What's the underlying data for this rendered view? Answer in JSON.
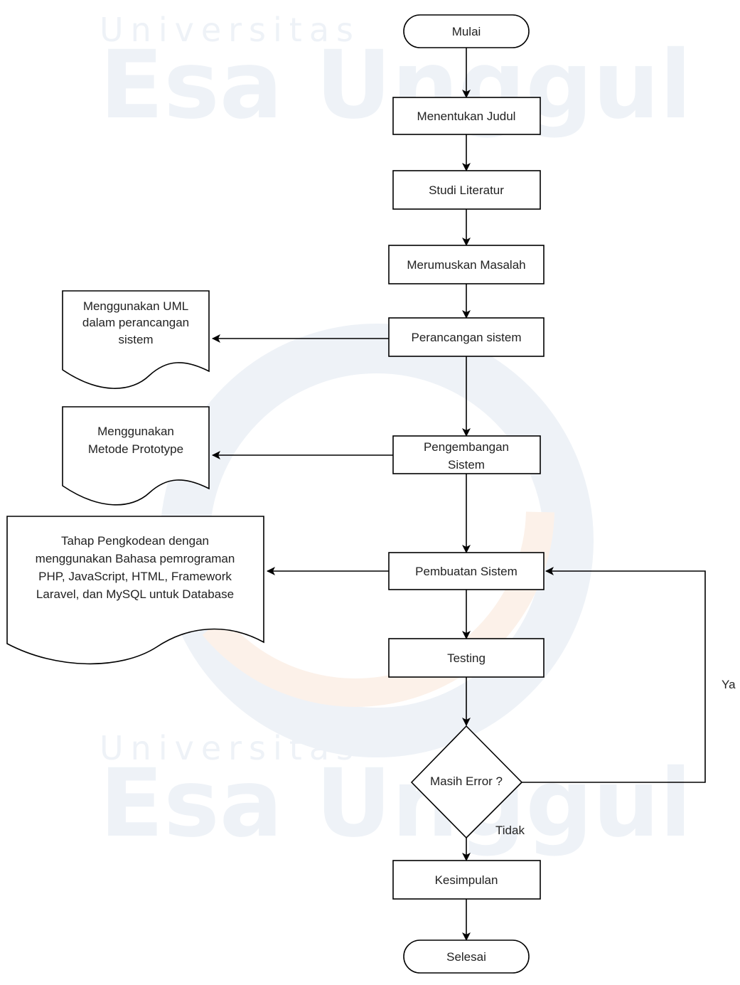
{
  "watermark": {
    "line1": "Universitas",
    "line2": "Esa Unggul",
    "colors": {
      "blue": "#e9eef6",
      "orange": "#fbeee4"
    }
  },
  "nodes": {
    "start": "Mulai",
    "judul": "Menentukan Judul",
    "studi": "Studi Literatur",
    "rumus": "Merumuskan Masalah",
    "rancang": "Perancangan sistem",
    "kembang": [
      "Pengembangan",
      "Sistem"
    ],
    "buat": "Pembuatan Sistem",
    "testing": "Testing",
    "decision": "Masih Error ?",
    "simpulan": "Kesimpulan",
    "end": "Selesai"
  },
  "documents": {
    "doc1": [
      "Menggunakan UML",
      "dalam perancangan",
      "sistem"
    ],
    "doc2": [
      "Menggunakan",
      "Metode Prototype"
    ],
    "doc3": [
      "Tahap Pengkodean dengan",
      "menggunakan Bahasa pemrograman",
      "PHP, JavaScript, HTML, Framework",
      "Laravel, dan MySQL untuk Database"
    ]
  },
  "edge_labels": {
    "yes": "Ya",
    "no": "Tidak"
  }
}
